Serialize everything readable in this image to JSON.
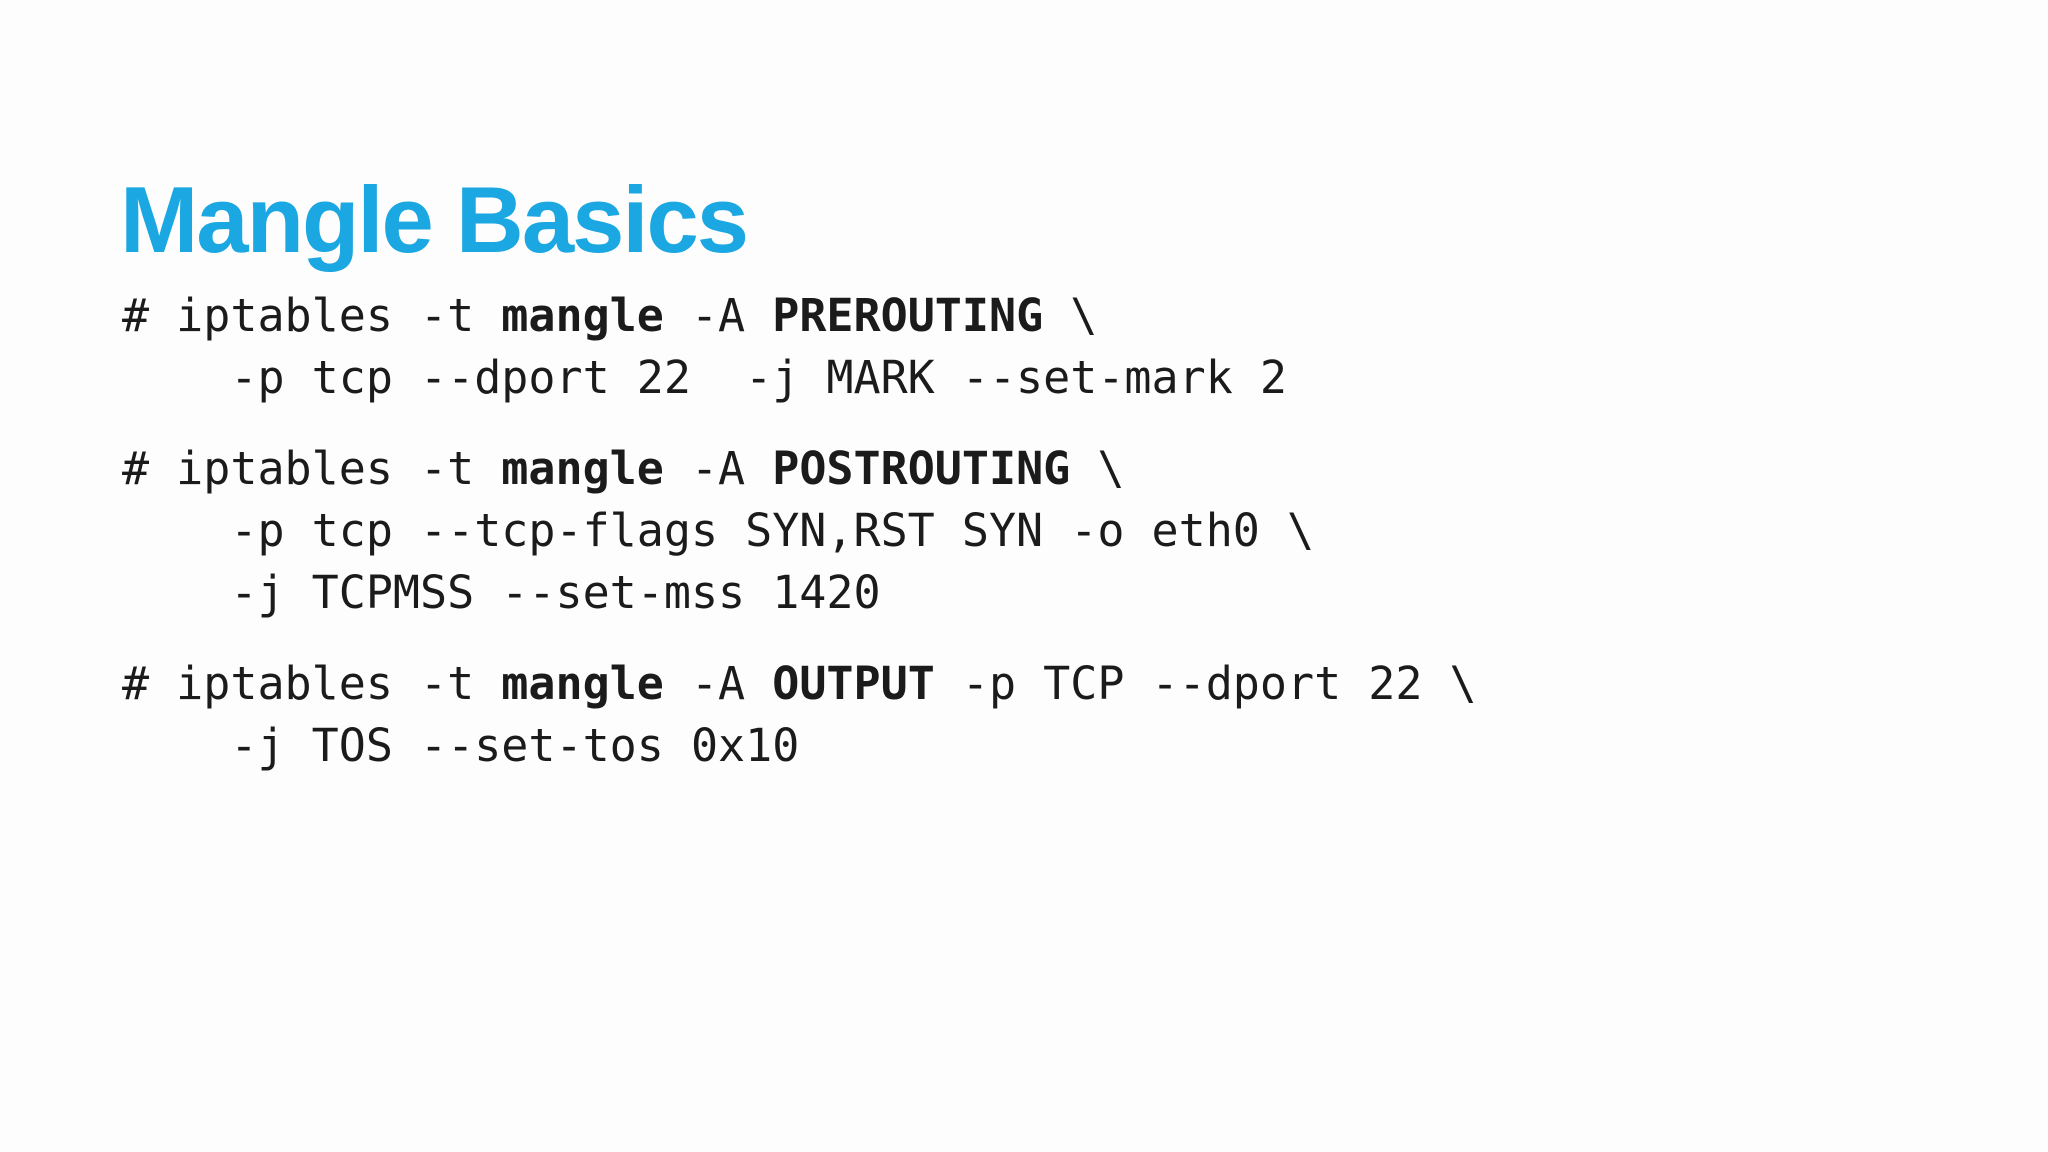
{
  "slide": {
    "title": "Mangle Basics",
    "title_color": "#1BA7E1",
    "background_color": "#FDFDFD",
    "code_text_color": "#1B1B1B"
  },
  "code": {
    "blocks": [
      {
        "name": "prerouting-mark-rule",
        "lines": [
          {
            "segments": [
              {
                "text": "# iptables -t ",
                "bold": false
              },
              {
                "text": "mangle",
                "bold": true
              },
              {
                "text": " -A ",
                "bold": false
              },
              {
                "text": "PREROUTING",
                "bold": true
              },
              {
                "text": " \\",
                "bold": false
              }
            ]
          },
          {
            "segments": [
              {
                "text": "    -p tcp --dport 22  -j MARK --set-mark 2",
                "bold": false
              }
            ]
          }
        ]
      },
      {
        "name": "postrouting-tcpmss-rule",
        "lines": [
          {
            "segments": [
              {
                "text": "# iptables -t ",
                "bold": false
              },
              {
                "text": "mangle",
                "bold": true
              },
              {
                "text": " -A ",
                "bold": false
              },
              {
                "text": "POSTROUTING",
                "bold": true
              },
              {
                "text": " \\",
                "bold": false
              }
            ]
          },
          {
            "segments": [
              {
                "text": "    -p tcp --tcp-flags SYN,RST SYN -o eth0 \\",
                "bold": false
              }
            ]
          },
          {
            "segments": [
              {
                "text": "    -j TCPMSS --set-mss 1420",
                "bold": false
              }
            ]
          }
        ]
      },
      {
        "name": "output-tos-rule",
        "lines": [
          {
            "segments": [
              {
                "text": "# iptables -t ",
                "bold": false
              },
              {
                "text": "mangle",
                "bold": true
              },
              {
                "text": " -A ",
                "bold": false
              },
              {
                "text": "OUTPUT",
                "bold": true
              },
              {
                "text": " -p TCP --dport 22 \\",
                "bold": false
              }
            ]
          },
          {
            "segments": [
              {
                "text": "    -j TOS --set-tos 0x10",
                "bold": false
              }
            ]
          }
        ]
      }
    ]
  }
}
